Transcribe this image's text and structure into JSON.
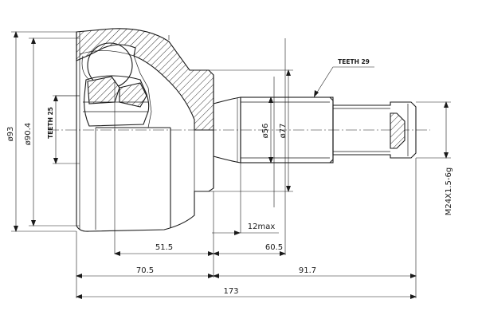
{
  "dimensions": {
    "overall_length": "173",
    "housing_length": "70.5",
    "stem_length": "91.7",
    "housing_to_spline": "51.5",
    "spline_length": "60.5",
    "max_offset": "12max",
    "outer_diameter": "ø93",
    "seal_diameter": "ø90.4",
    "spline_diameter": "ø56",
    "flange_diameter": "ø77",
    "thread": "M24X1.5-6g"
  },
  "labels": {
    "teeth_outer": "TEETH 29",
    "teeth_inner": "TEETH 25"
  }
}
